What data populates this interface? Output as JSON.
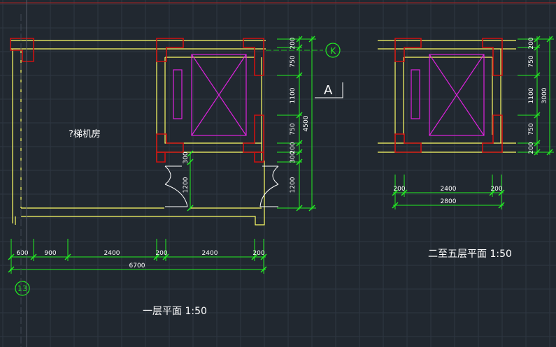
{
  "title_ground": "一层平面  1:50",
  "title_upper": "二至五层平面  1:50",
  "room_label": "?梯机房",
  "grid_label_k": "K",
  "grid_label_13": "13",
  "section_mark": "A",
  "dims_ground_bottom": [
    "600",
    "900",
    "2400",
    "200",
    "2400",
    "200"
  ],
  "dim_ground_total": "6700",
  "dims_ground_right": [
    "200",
    "750",
    "1100",
    "750",
    "200"
  ],
  "dims_ground_right_lower": [
    "300",
    "300",
    "1200"
  ],
  "dim_ground_right_total": "4500",
  "dim_door": "1200",
  "dims_upper_bottom": [
    "200",
    "2400",
    "200"
  ],
  "dim_upper_total": "2800",
  "dims_upper_right": [
    "200",
    "750",
    "1100",
    "750",
    "200"
  ],
  "dim_upper_right_total": "3000",
  "colors": {
    "background": "#212830",
    "grid": "#2e3742",
    "wall": "#ffff66",
    "column": "#cc1111",
    "elevator": "#dd22dd",
    "dimension": "#22ee22",
    "text": "#ffffff",
    "door": "#ffffff"
  }
}
